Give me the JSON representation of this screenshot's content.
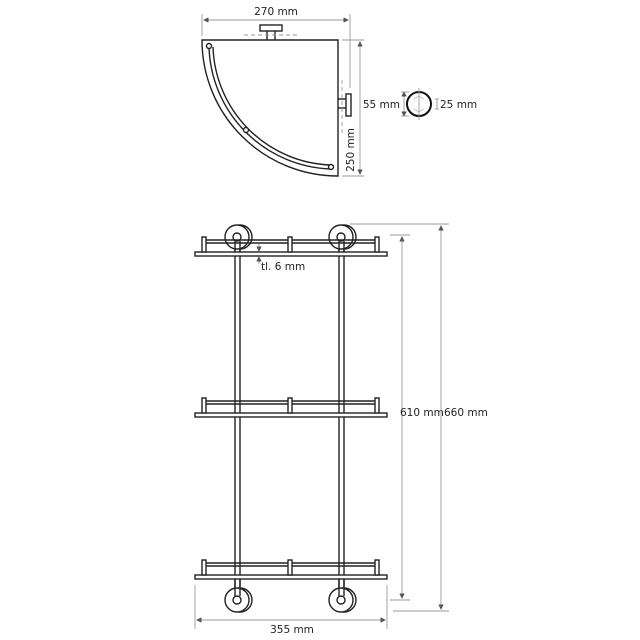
{
  "drawing": {
    "top_view": {
      "width_label": "270 mm",
      "depth_label": "250 mm",
      "rosette_height_label": "55 mm",
      "rosette_inner_label": "25 mm"
    },
    "front_view": {
      "thickness_label": "tl. 6 mm",
      "inner_height_label": "610 mm",
      "total_height_label": "660 mm",
      "total_width_label": "355 mm"
    },
    "colors": {
      "line": "#222222",
      "dimension": "#9a9a9a",
      "background": "#ffffff"
    }
  }
}
